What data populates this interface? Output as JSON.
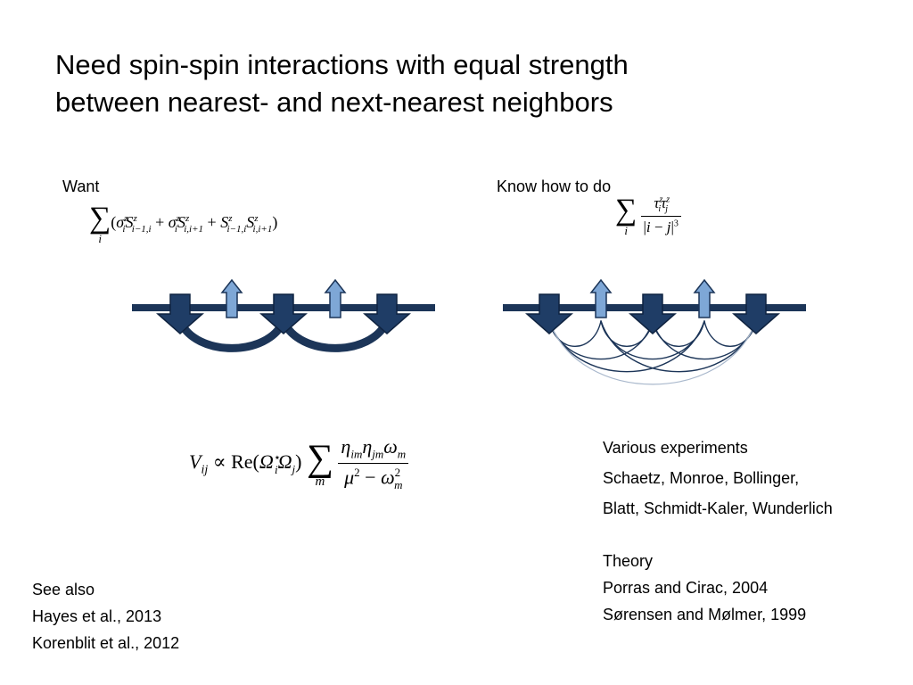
{
  "title": {
    "line1": "Need spin-spin interactions with equal strength",
    "line2": "between nearest- and next-nearest neighbors"
  },
  "left_panel": {
    "label": "Want"
  },
  "right_panel": {
    "label": "Know how to do"
  },
  "experiments": {
    "heading": "Various experiments",
    "line1": "Schaetz, Monroe, Bollinger,",
    "line2": "Blatt, Schmidt-Kaler, Wunderlich"
  },
  "theory": {
    "heading": "Theory",
    "line1": "Porras and Cirac, 2004",
    "line2": "Sørensen and Mølmer, 1999"
  },
  "see_also": {
    "heading": "See also",
    "line1": "Hayes et al., 2013",
    "line2": "Korenblit et al., 2012"
  },
  "colors": {
    "bar": "#1c3558",
    "arrow_down": "#1f3d66",
    "arrow_up": "#7ea7d6",
    "arc_thin": "#1c3558",
    "arc_faint": "#a9b8cc"
  },
  "spin_chain": {
    "left": [
      "down",
      "up",
      "down",
      "up",
      "down"
    ],
    "right": [
      "down",
      "up",
      "down",
      "up",
      "down"
    ]
  },
  "arcs": {
    "left": [
      [
        0,
        2
      ],
      [
        2,
        4
      ]
    ],
    "right": [
      [
        0,
        1
      ],
      [
        1,
        2
      ],
      [
        2,
        3
      ],
      [
        3,
        4
      ],
      [
        0,
        2
      ],
      [
        1,
        3
      ],
      [
        2,
        4
      ],
      [
        0,
        3
      ],
      [
        1,
        4
      ],
      [
        0,
        4
      ]
    ]
  }
}
